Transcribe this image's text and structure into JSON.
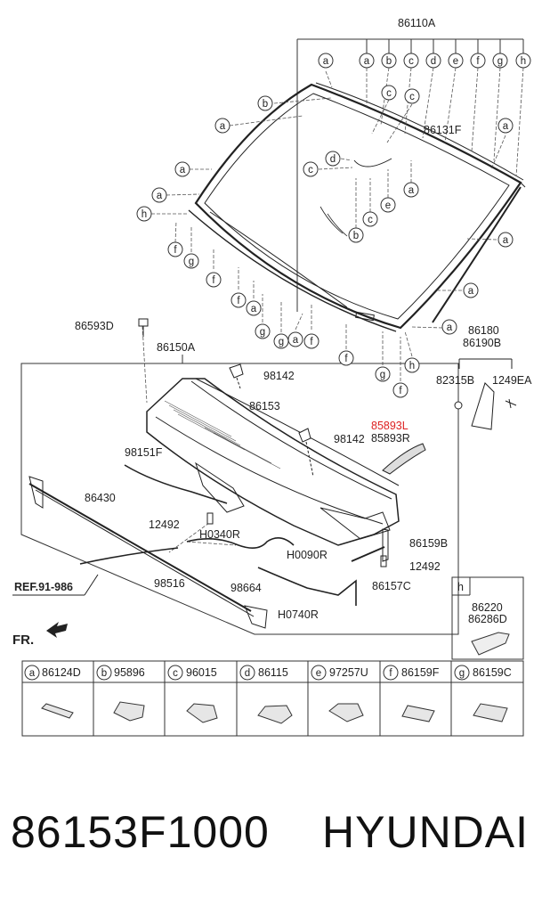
{
  "callouts": {
    "assembly": "86110A",
    "glass": "86131F",
    "drain_clip": "86593D",
    "cowl_assembly": "86150A",
    "cowl_panel": "86153",
    "screw_upper": "98142",
    "screw_lower": "98142",
    "moulding_l": "85893L",
    "moulding_r": "85893R",
    "side_cover_l": "86180",
    "side_cover_r": "86190B",
    "clip": "82315B",
    "screw_side": "1249EA",
    "hose_98151F": "98151F",
    "seal": "86430",
    "bolt_left": "12492",
    "hose_h0340": "H0340R",
    "hose_h0090": "H0090R",
    "bracket": "86159B",
    "bolt_right": "12492",
    "ref": "REF.91-986",
    "hose_98516": "98516",
    "clip_98664": "98664",
    "hose_86157C": "86157C",
    "hose_h0740": "H0740R",
    "front": "FR.",
    "inset_letter": "h",
    "inset_part_1": "86220",
    "inset_part_2": "86286D"
  },
  "letters": [
    "a",
    "b",
    "c",
    "d",
    "e",
    "f",
    "g",
    "h"
  ],
  "legend": [
    {
      "letter": "a",
      "part": "86124D"
    },
    {
      "letter": "b",
      "part": "95896"
    },
    {
      "letter": "c",
      "part": "96015"
    },
    {
      "letter": "d",
      "part": "86115"
    },
    {
      "letter": "e",
      "part": "97257U"
    },
    {
      "letter": "f",
      "part": "86159F"
    },
    {
      "letter": "g",
      "part": "86159C"
    }
  ],
  "footer": {
    "part_number": "86153F1000",
    "brand": "HYUNDAI"
  }
}
